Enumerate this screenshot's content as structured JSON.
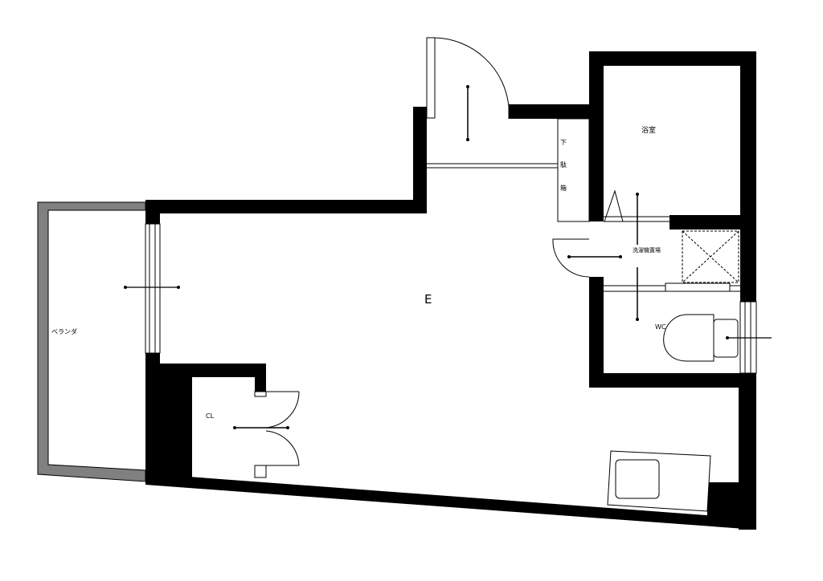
{
  "labels": {
    "bath": "浴室",
    "shoe_box": [
      "下",
      "駄",
      "箱"
    ],
    "laundry": "洗濯機置場",
    "main_room": "E",
    "toilet": "WC",
    "balcony": "ベランダ",
    "closet": "CL"
  },
  "colors": {
    "wall": "#000000",
    "balcony_rail": "#808080",
    "background": "#ffffff"
  }
}
